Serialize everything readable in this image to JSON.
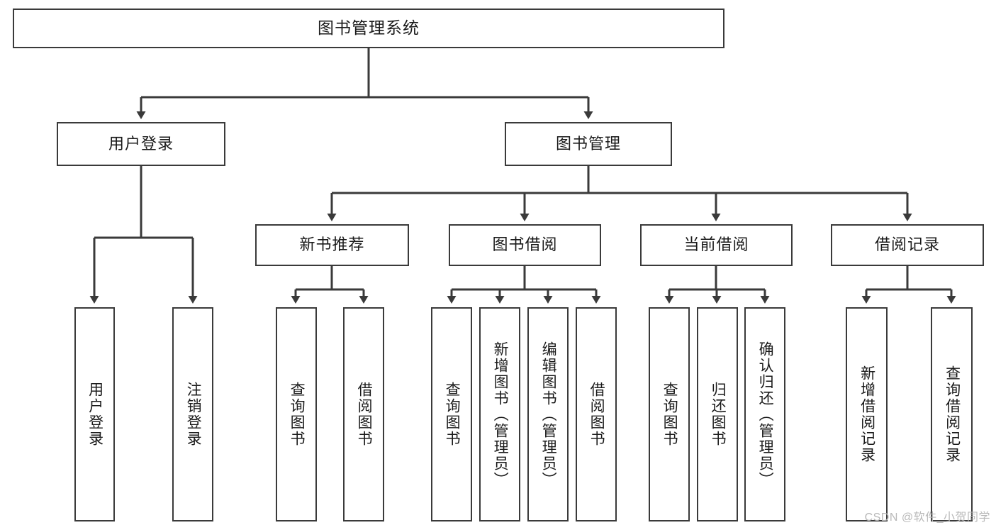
{
  "diagram": {
    "title": "图书管理系统",
    "type": "tree-hierarchy-chart",
    "root": {
      "label": "图书管理系统"
    },
    "level1": [
      {
        "label": "用户登录"
      },
      {
        "label": "图书管理"
      }
    ],
    "level2": [
      {
        "label": "新书推荐"
      },
      {
        "label": "图书借阅"
      },
      {
        "label": "当前借阅"
      },
      {
        "label": "借阅记录"
      }
    ],
    "leaves": {
      "user_login": [
        {
          "label": "用户登录"
        },
        {
          "label": "注销登录"
        }
      ],
      "new_book_recommend": [
        {
          "label": "查询图书"
        },
        {
          "label": "借阅图书"
        }
      ],
      "book_borrow": [
        {
          "label": "查询图书"
        },
        {
          "label": "新增图书（管理员）"
        },
        {
          "label": "编辑图书（管理员）"
        },
        {
          "label": "借阅图书"
        }
      ],
      "current_borrow": [
        {
          "label": "查询图书"
        },
        {
          "label": "归还图书"
        },
        {
          "label": "确认归还（管理员）"
        }
      ],
      "borrow_record": [
        {
          "label": "新增借阅记录"
        },
        {
          "label": "查询借阅记录"
        }
      ]
    }
  },
  "watermark": {
    "text": "CSDN @软件_小贺同学",
    "color": "#b9b9b9"
  },
  "colors": {
    "line": "#3a3a3a",
    "box_border": "#3a3a3a",
    "box_fill": "#ffffff",
    "text": "#1a1a1a",
    "background": "#ffffff"
  }
}
